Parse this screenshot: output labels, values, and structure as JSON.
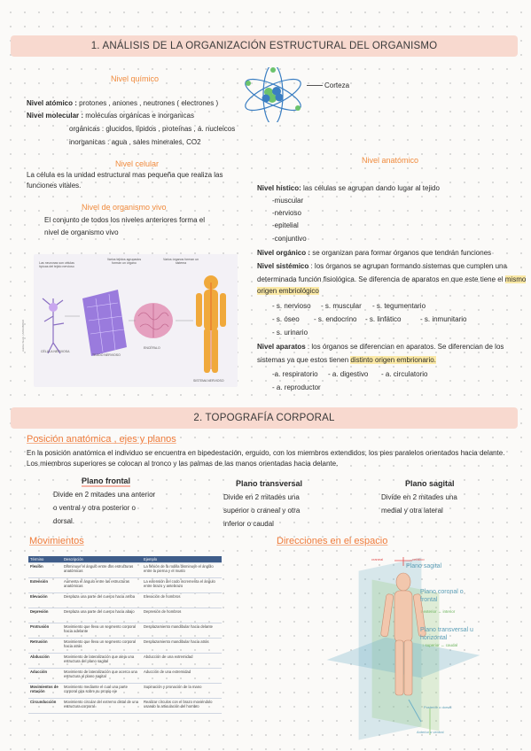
{
  "section1": {
    "banner": "1. ANÁLISIS DE LA ORGANIZACIÓN ESTRUCTURAL DEL ORGANISMO",
    "quimico": {
      "title": "Nivel químico",
      "atomico_label": "Nivel atómico :",
      "atomico_text": " protones , aniones , neutrones ( electrones )",
      "molecular_label": "Nivel molecular :",
      "molecular_text": " moléculas orgánicas e inorganicas",
      "organicas": "orgánicas : glucidos, lípidos , proteínas , á. nucleicos",
      "inorganicas": "inorganicas : agua , sales minerales, CO2"
    },
    "atom_label": "Corteza",
    "celular": {
      "title": "Nivel celular",
      "text": "La célula es la unidad estructural mas pequeña que realiza las funciones vitales."
    },
    "vivo": {
      "title": "Nivel de organismo vivo",
      "line1": "El conjunto de todos los niveles anteriores forma el",
      "line2": "nivel de organismo vivo"
    },
    "figure_labels": {
      "top1": "Las neuronas son células típicas del tejido nervioso",
      "top2": "Varios tejidos agrupados forman un órgano",
      "top3": "Varios órganos forman un sistema",
      "cell": "CÉLULA NERVIOSA",
      "tissue": "TEJIDO NERVIOSO",
      "brain": "ENCÉFALO",
      "system": "SISTEMA NERVIOSO",
      "credit": "Adobe Stock | #203480836"
    },
    "anatomico": {
      "title": "Nivel anatómico",
      "histico_label": "Nivel hístico:",
      "histico_text": " las células se agrupan dando lugar al tejido",
      "tejidos": [
        "-muscular",
        "-nervioso",
        "-epitelial",
        "-conjuntivo"
      ],
      "organico_label": "Nivel orgánico :",
      "organico_text": " se organizan para formar órganos que tendrán funciones",
      "sistemico_label": "Nivel sistémico",
      "sistemico_text1": " : los órganos se agrupan formando sistemas que cumplen una",
      "sistemico_text2": "determinada función fisiológica. Se diferencia de aparatos en que este tiene el ",
      "sistemico_hl1": "mismo",
      "sistemico_hl2": "origen embriológico",
      "sistemas_row1": [
        "- s. nervioso",
        "- s. muscular",
        "- s. tegumentario"
      ],
      "sistemas_row2": [
        "- s. óseo",
        "- s. endocrino",
        "- s. linfático",
        "- s. inmunitario"
      ],
      "sistemas_row3": [
        "- s. urinario"
      ],
      "aparatos_label": "Nivel aparatos",
      "aparatos_text1": " : los órganos se diferencian en aparatos. Se diferencian de los",
      "aparatos_text2": "sistemas ya que estos tienen ",
      "aparatos_hl": "distinto origen embrionario.",
      "aparatos_row1": [
        "-a. respiratorio",
        "- a. digestivo",
        "- a. circulatorio"
      ],
      "aparatos_row2": [
        "- a. reproductor"
      ]
    }
  },
  "section2": {
    "banner": "2. TOPOGRAFÍA CORPORAL",
    "posicion_title": "Posición anatómica , ejes y planos",
    "posicion_text": "En la posición anatómica el individuo se encuentra en bipedestación, erguido, con los miembros extendidos, los pies paralelos orientados hacia delante. Los miembros superiores se colocan al tronco y las palmas de las manos orientadas hacia delante.",
    "planos": [
      {
        "title": "Plano frontal",
        "lines": [
          "Divide en 2 mitades una anterior",
          "o ventral y otra posterior o",
          "dorsal."
        ]
      },
      {
        "title": "Plano transversal",
        "lines": [
          "Divide en 2 mitades una",
          "superior o craneal y otra",
          "inferior o caudal"
        ]
      },
      {
        "title": "Plano sagital",
        "lines": [
          "Divide en 2 mitades una",
          "medial y otra lateral"
        ]
      }
    ],
    "movimientos_title": "Movimientos",
    "direcciones_title": "Direcciones en el espacio",
    "table": {
      "headers": [
        "Término",
        "Descripción",
        "Ejemplo"
      ],
      "rows": [
        [
          "Flexión",
          "Disminuye el ángulo entre dos estructuras anatómicas",
          "La flexión de la rodilla disminuye el ángulo entre la pierna y el muslo"
        ],
        [
          "Extensión",
          "Aumenta el ángulo entre las estructuras anatómicas",
          "La extensión del codo incrementa el ángulo entre brazo y antebrazo"
        ],
        [
          "Elevación",
          "Desplaza una parte del cuerpo hacia arriba",
          "Elevación de hombros"
        ],
        [
          "Depresión",
          "Desplaza una parte del cuerpo hacia abajo",
          "Depresión de hombros"
        ],
        [
          "Protrusión",
          "Movimiento que lleva un segmento corporal hacia adelante",
          "Desplazamiento mandibular hacia delante"
        ],
        [
          "Retrusión",
          "Movimiento que lleva un segmento corporal hacia atrás",
          "Desplazamiento mandibular hacia atrás"
        ],
        [
          "Abducción",
          "Movimiento de lateralización que aleja una estructura del plano sagital",
          "Abducción de una extremidad"
        ],
        [
          "Aducción",
          "Movimiento de lateralización que acerca una estructura al plano sagital",
          "Aducción de una extremidad"
        ],
        [
          "Movimientos de rotación",
          "Movimiento mediante el cual una parte corporal gira sobre su propio eje",
          "Supinación y pronación de la mano"
        ],
        [
          "Circunducción",
          "Movimiento circular del extremo distal de una estructura corporal",
          "Realizar círculos con el brazo moviéndolo usando la articulación del hombro"
        ]
      ]
    },
    "body_labels": {
      "craneal": "craneal",
      "cefalico": "cefálico",
      "sagital": "Plano sagital",
      "coronal": "Plano coronal o frontal",
      "ext_int": "↕ exterior ↔ interior",
      "transversal": "Plano transversal u horizontal",
      "sup_inf": "↕ superior ↔ caudal",
      "anterior": "Posterior o dorsal",
      "ventral": "Anterior o ventral"
    },
    "colors": {
      "orange": "#f08a3c",
      "banner": "#f8d9cf",
      "highlight": "#fbe9a6",
      "plane_blue": "#6fb1c7",
      "plane_green": "#9ccf8a"
    }
  }
}
